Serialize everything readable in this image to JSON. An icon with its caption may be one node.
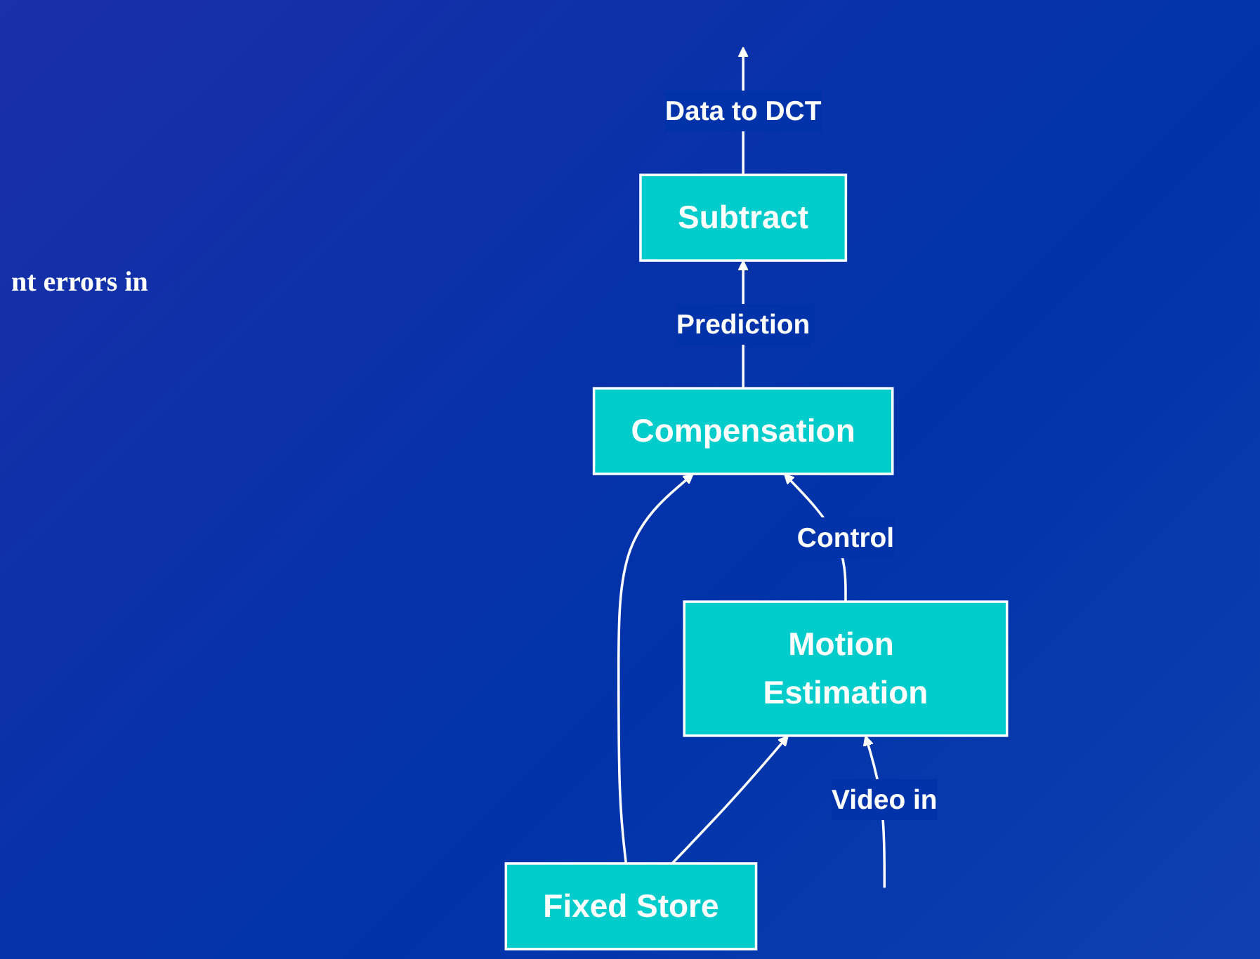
{
  "diagram": {
    "nodes": [
      {
        "text": [
          "Subtract"
        ]
      },
      {
        "text": [
          "Compensation"
        ]
      },
      {
        "text": [
          "Fixed Store"
        ]
      },
      {
        "text": [
          "Motion Estimation"
        ]
      }
    ],
    "edges": [
      {
        "from": 0,
        "to": null,
        "arrow": "to",
        "label": "Data to DCT"
      },
      {
        "from": 1,
        "to": 0,
        "arrow": "to",
        "label": "Prediction"
      },
      {
        "from": 3,
        "to": 1,
        "arrow": "to",
        "label": "Control"
      },
      {
        "from": 2,
        "to": 1,
        "arrow": "to"
      },
      {
        "from": 2,
        "to": 3,
        "arrow": "to"
      },
      {
        "from": null,
        "to": 3,
        "arrow": "to",
        "label": "Video in"
      }
    ],
    "labels": [
      "nt errors in"
    ]
  }
}
